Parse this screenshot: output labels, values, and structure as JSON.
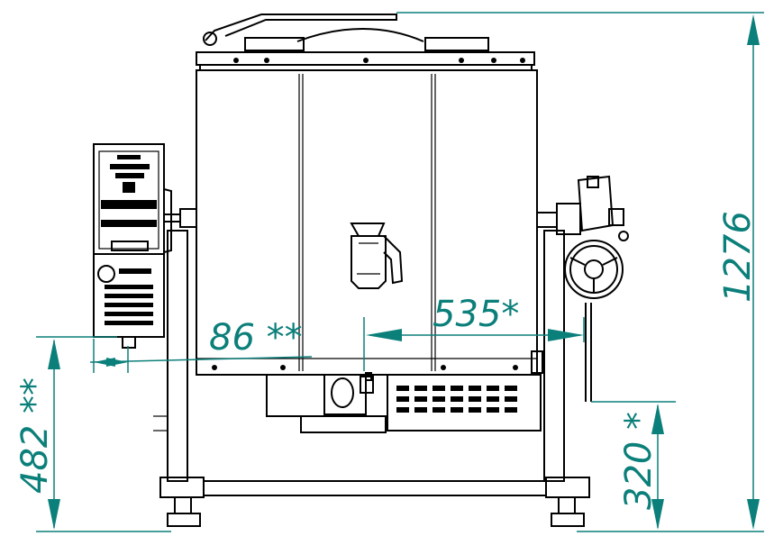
{
  "dimensions": {
    "height_total": "1276",
    "width_center": "535*",
    "panel_offset": "86 **",
    "panel_height": "482 **",
    "outlet_height": "320 *"
  },
  "colors": {
    "dimension": "#0b7f7a",
    "outline": "#000000",
    "background": "#ffffff"
  }
}
